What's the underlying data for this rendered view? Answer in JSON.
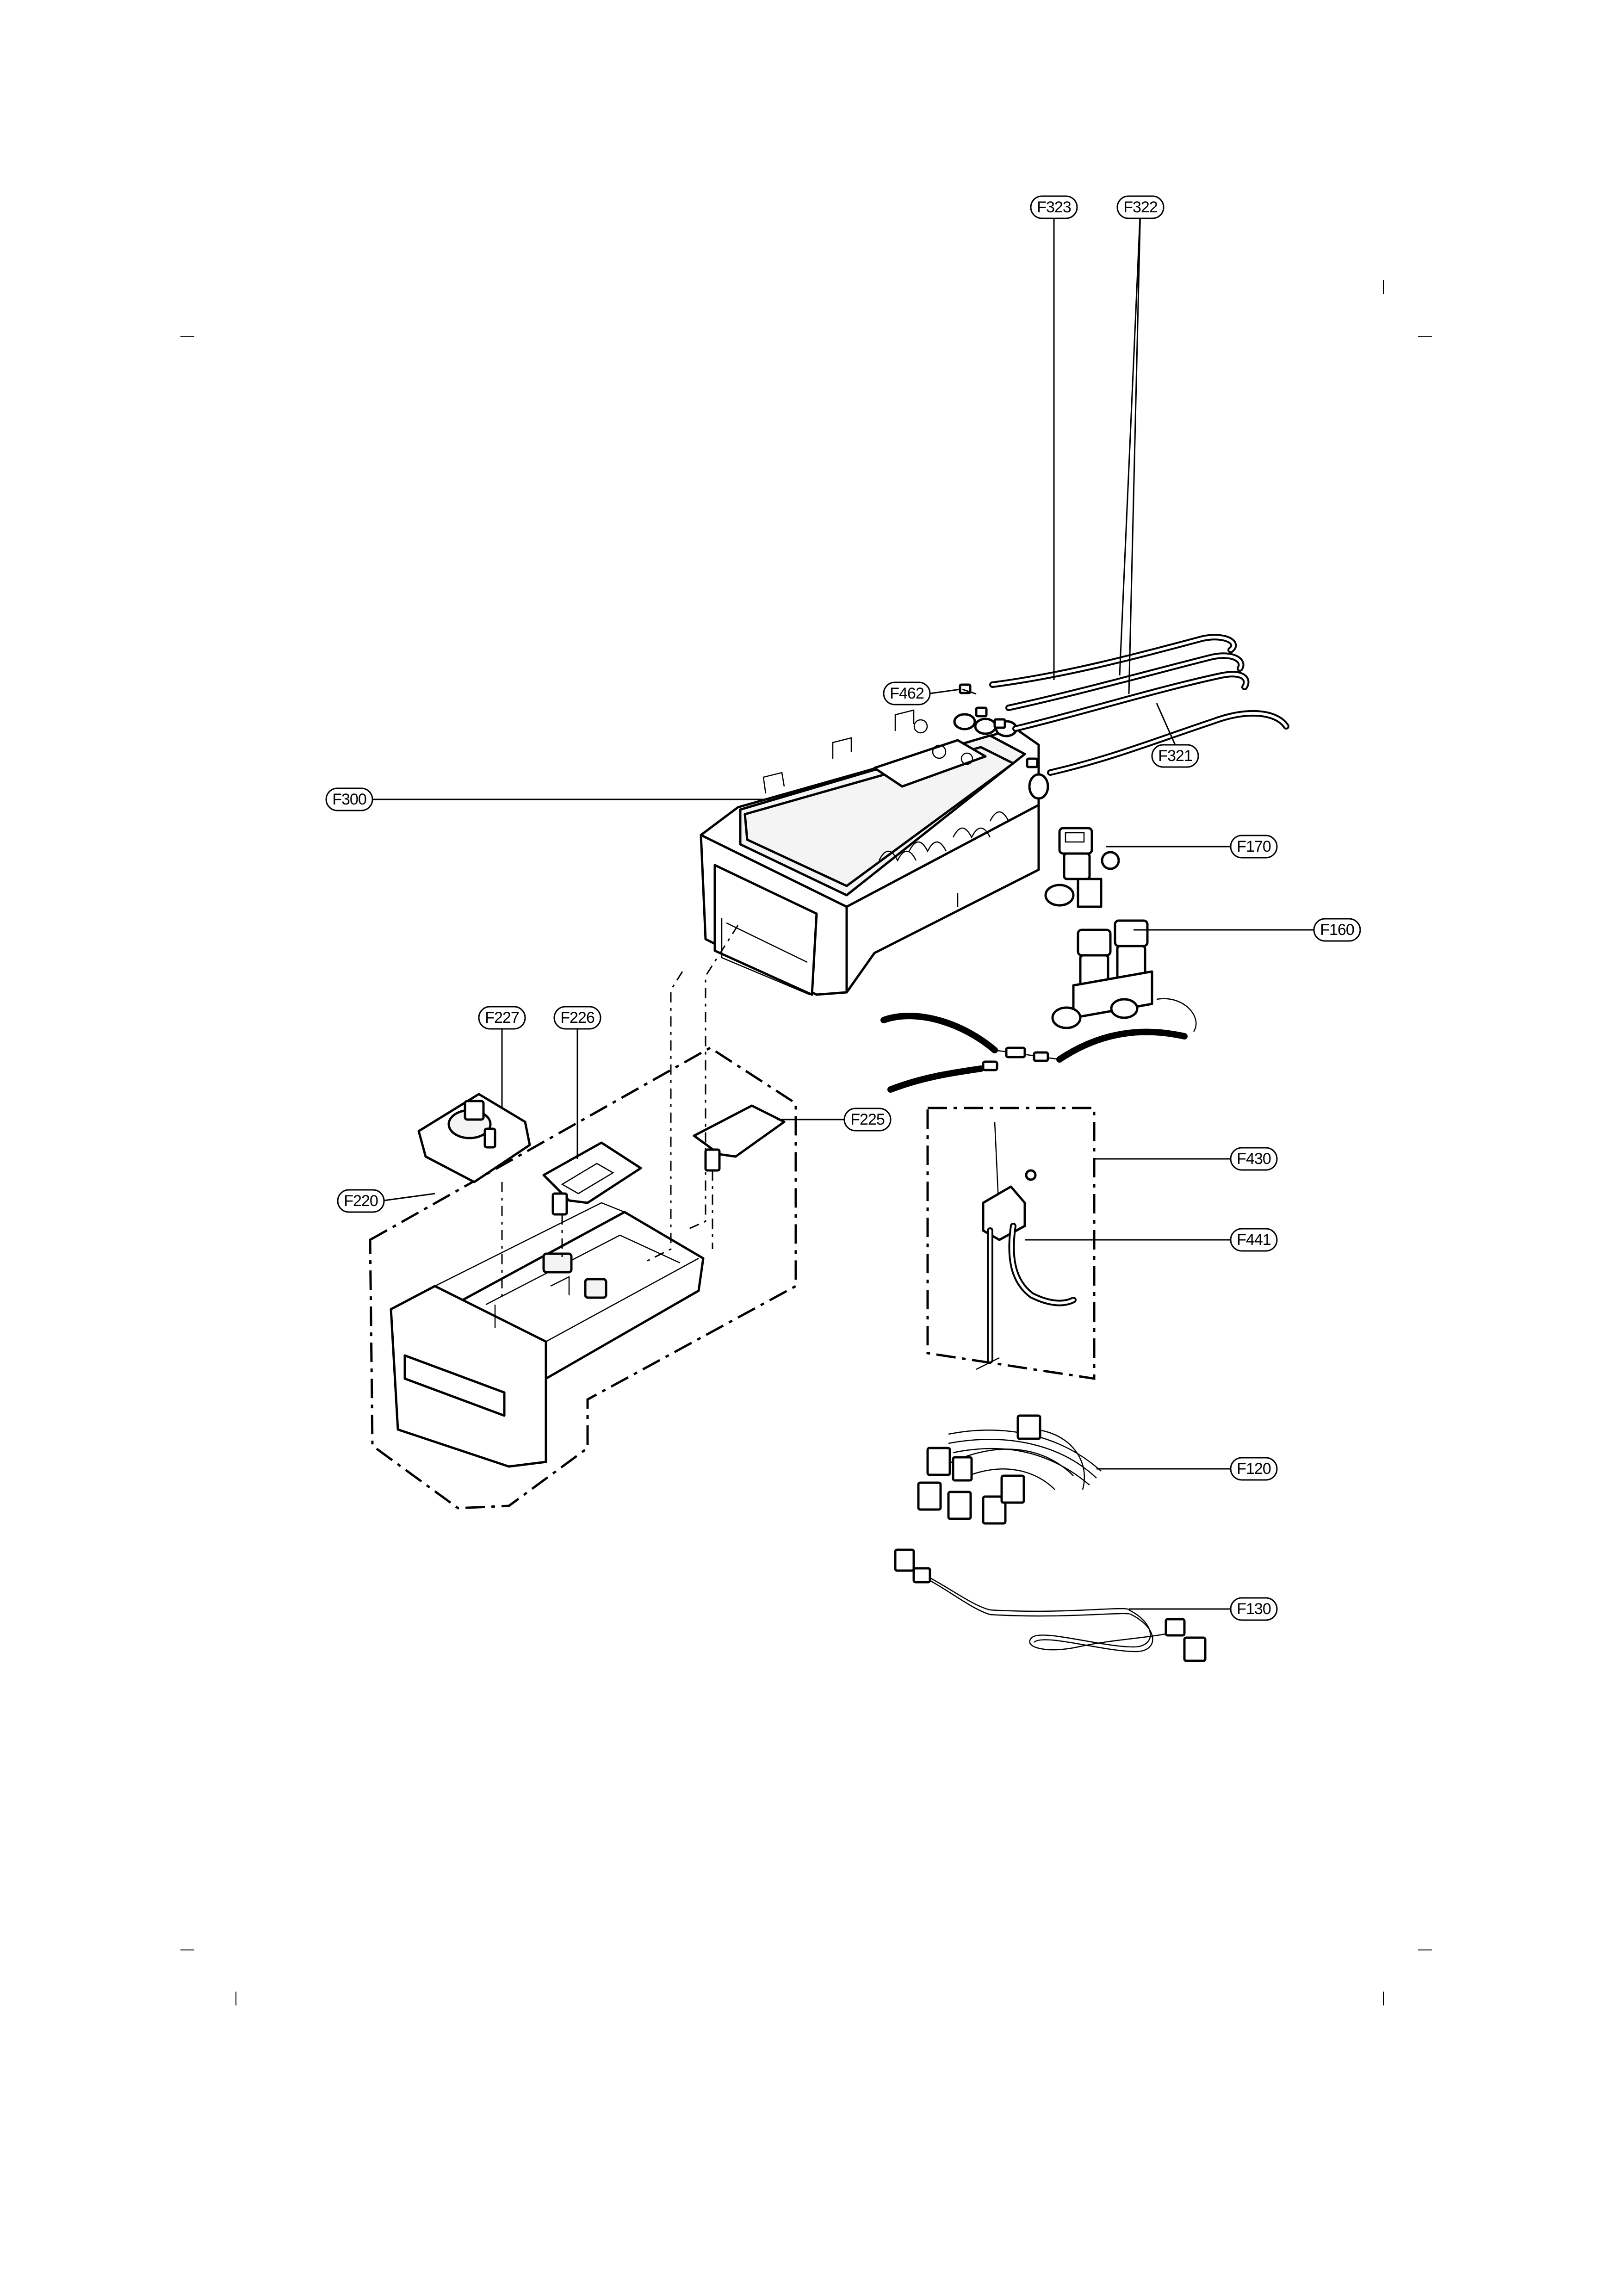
{
  "labels": {
    "F323": "F323",
    "F322": "F322",
    "F462": "F462",
    "F321": "F321",
    "F300": "F300",
    "F170": "F170",
    "F160": "F160",
    "F227": "F227",
    "F226": "F226",
    "F225": "F225",
    "F220": "F220",
    "F430": "F430",
    "F441": "F441",
    "F120": "F120",
    "F130": "F130"
  },
  "colors": {
    "line": "#000000",
    "background": "#ffffff"
  }
}
